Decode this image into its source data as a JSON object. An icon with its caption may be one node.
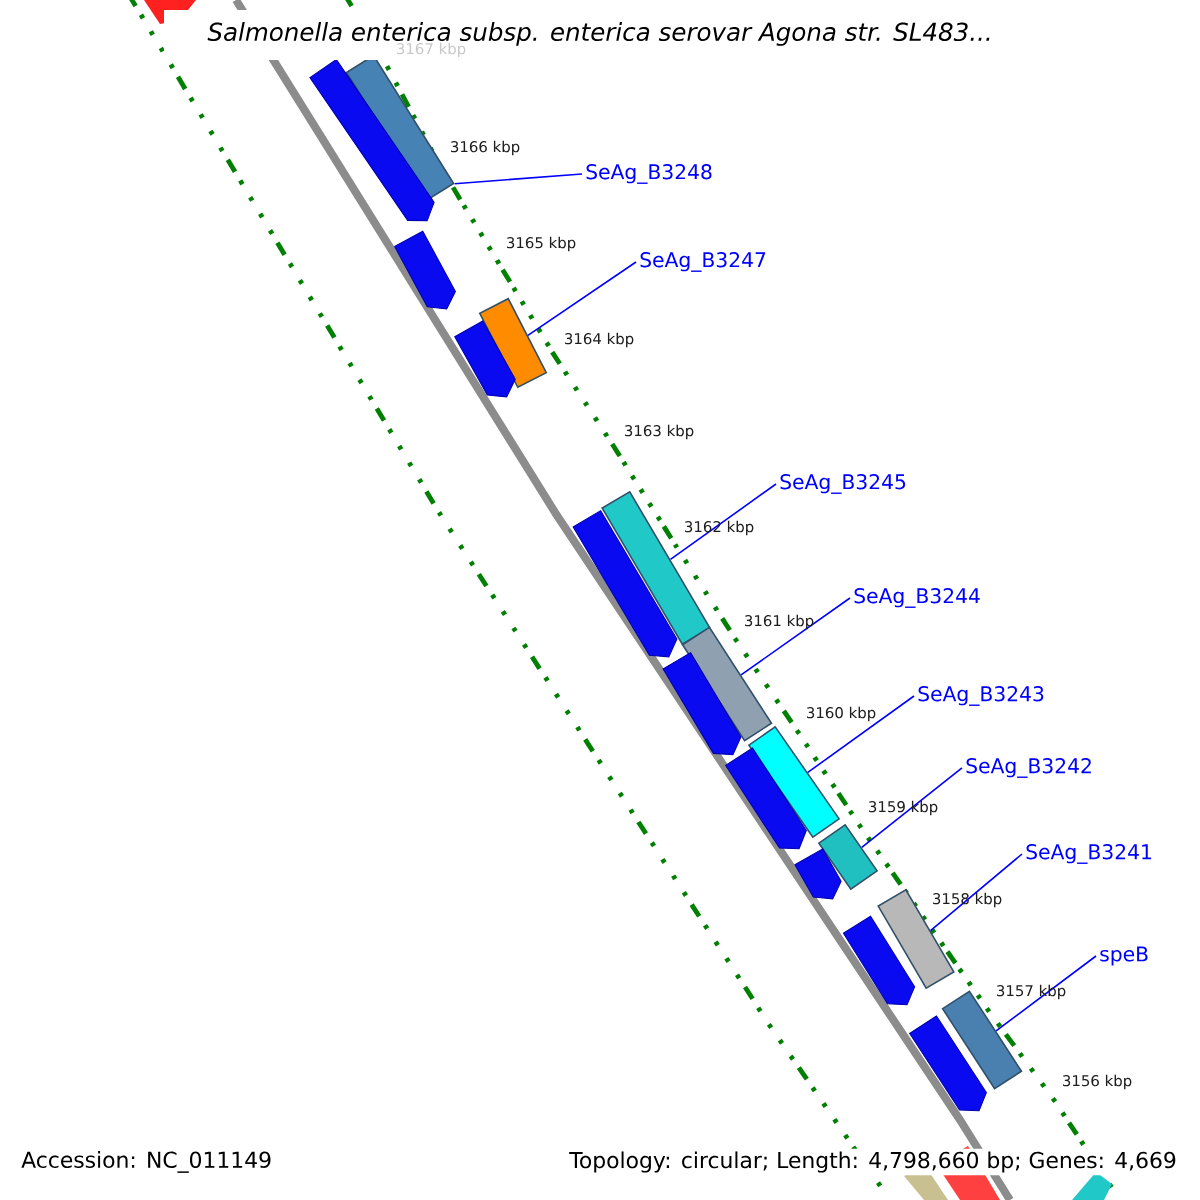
{
  "diagram": {
    "title": "Salmonella enterica subsp. enterica serovar Agona str. SL483...",
    "nodes": [
      {
        "text": [
          "SeAg_B3248"
        ]
      },
      {
        "text": [
          "SeAg_B3247"
        ]
      },
      {
        "text": [
          "SeAg_B3245"
        ]
      },
      {
        "text": [
          "SeAg_B3244"
        ]
      },
      {
        "text": [
          "SeAg_B3243"
        ]
      },
      {
        "text": [
          "SeAg_B3242"
        ]
      },
      {
        "text": [
          "SeAg_B3241"
        ]
      },
      {
        "text": [
          "speB"
        ]
      },
      {
        "text": [],
        "shape": "bar"
      },
      {
        "text": [],
        "shape": "bar"
      },
      {
        "text": [],
        "shape": "bar"
      },
      {
        "text": [],
        "shape": "bar"
      },
      {
        "text": [],
        "shape": "bar"
      },
      {
        "text": [],
        "shape": "bar"
      },
      {
        "text": [],
        "shape": "bar"
      },
      {
        "text": [],
        "shape": "bar"
      },
      {
        "text": [],
        "shape": "arrow"
      },
      {
        "text": [],
        "shape": "arrow"
      },
      {
        "text": [],
        "shape": "arrow"
      },
      {
        "text": [],
        "shape": "arrow"
      },
      {
        "text": [],
        "shape": "arrow"
      },
      {
        "text": [],
        "shape": "arrow"
      },
      {
        "text": [],
        "shape": "arrow"
      },
      {
        "text": [],
        "shape": "arrow"
      },
      {
        "text": [],
        "shape": "arrow"
      }
    ],
    "edges": [
      {
        "from": 0,
        "to": 8,
        "arrow": "none"
      },
      {
        "from": 1,
        "to": 9,
        "arrow": "none"
      },
      {
        "from": 2,
        "to": 10,
        "arrow": "none"
      },
      {
        "from": 3,
        "to": 11,
        "arrow": "none"
      },
      {
        "from": 4,
        "to": 12,
        "arrow": "none"
      },
      {
        "from": 5,
        "to": 13,
        "arrow": "none"
      },
      {
        "from": 6,
        "to": 14,
        "arrow": "none"
      },
      {
        "from": 7,
        "to": 15,
        "arrow": "none"
      }
    ],
    "labels": [
      "3167 kbp",
      "3166 kbp",
      "3165 kbp",
      "3164 kbp",
      "3163 kbp",
      "3162 kbp",
      "3161 kbp",
      "3160 kbp",
      "3159 kbp",
      "3158 kbp",
      "3157 kbp",
      "3156 kbp",
      "Accession: NC_011149",
      "Topology: circular; Length: 4,798,660 bp; Genes: 4,669"
    ]
  }
}
